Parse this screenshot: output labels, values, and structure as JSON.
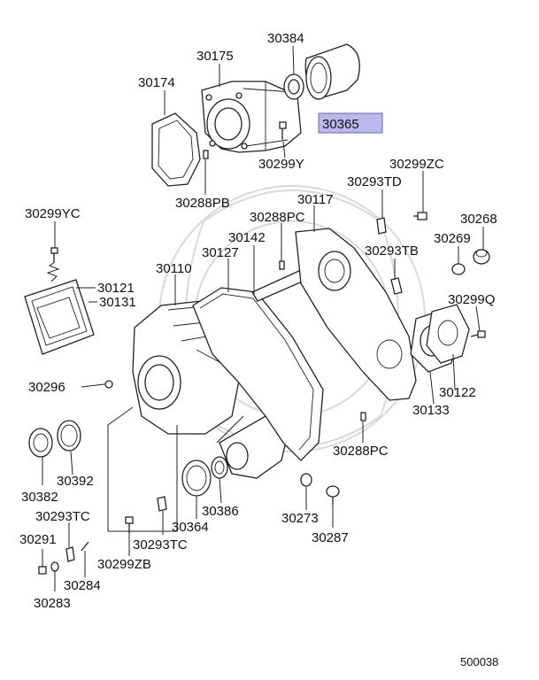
{
  "diagram_code": "500038",
  "highlight_color": "#b9b9ee",
  "labels": {
    "p30384": "30384",
    "p30175": "30175",
    "p30174": "30174",
    "p30365": "30365",
    "p30299Y": "30299Y",
    "p30288PB": "30288PB",
    "p30299ZC": "30299ZC",
    "p30293TD": "30293TD",
    "p30117": "30117",
    "p30288PC_top": "30288PC",
    "p30299YC": "30299YC",
    "p30268": "30268",
    "p30142": "30142",
    "p30269": "30269",
    "p30127": "30127",
    "p30293TB": "30293TB",
    "p30110": "30110",
    "p30121": "30121",
    "p30131": "30131",
    "p30299Q": "30299Q",
    "p30296": "30296",
    "p30122": "30122",
    "p30133": "30133",
    "p30392": "30392",
    "p30288PC_bottom": "30288PC",
    "p30382": "30382",
    "p30386": "30386",
    "p30273": "30273",
    "p30293TC_left": "30293TC",
    "p30364": "30364",
    "p30287": "30287",
    "p30291": "30291",
    "p30293TC_mid": "30293TC",
    "p30299ZB": "30299ZB",
    "p30284": "30284",
    "p30283": "30283"
  }
}
